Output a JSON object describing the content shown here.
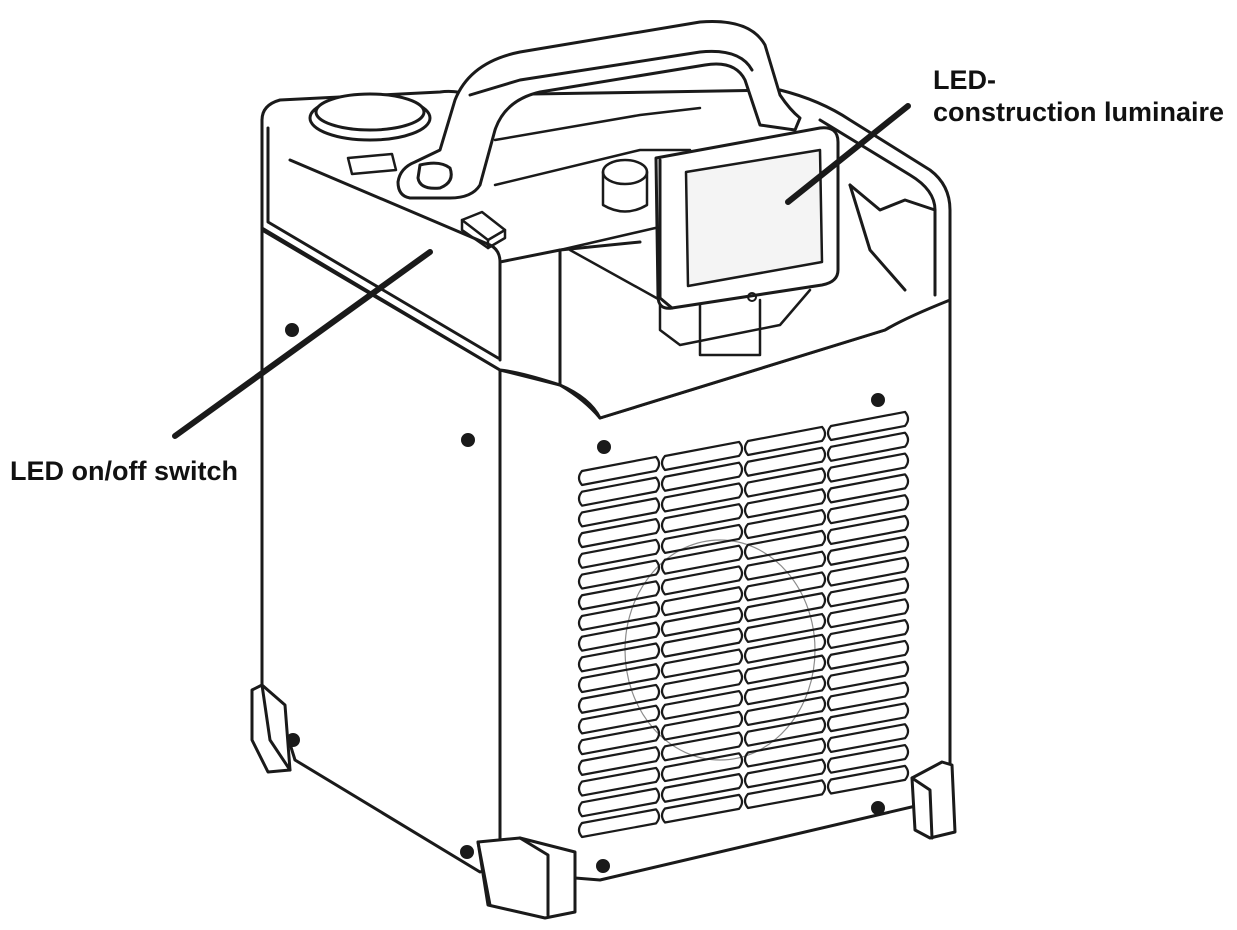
{
  "callouts": {
    "led_light": {
      "line1": "LED-",
      "line2": "construction luminaire"
    },
    "switch": {
      "text": "LED on/off switch"
    }
  },
  "colors": {
    "ink": "#1a1a1a",
    "body_fill": "#ffffff",
    "screen_fill": "#f4f4f4"
  }
}
